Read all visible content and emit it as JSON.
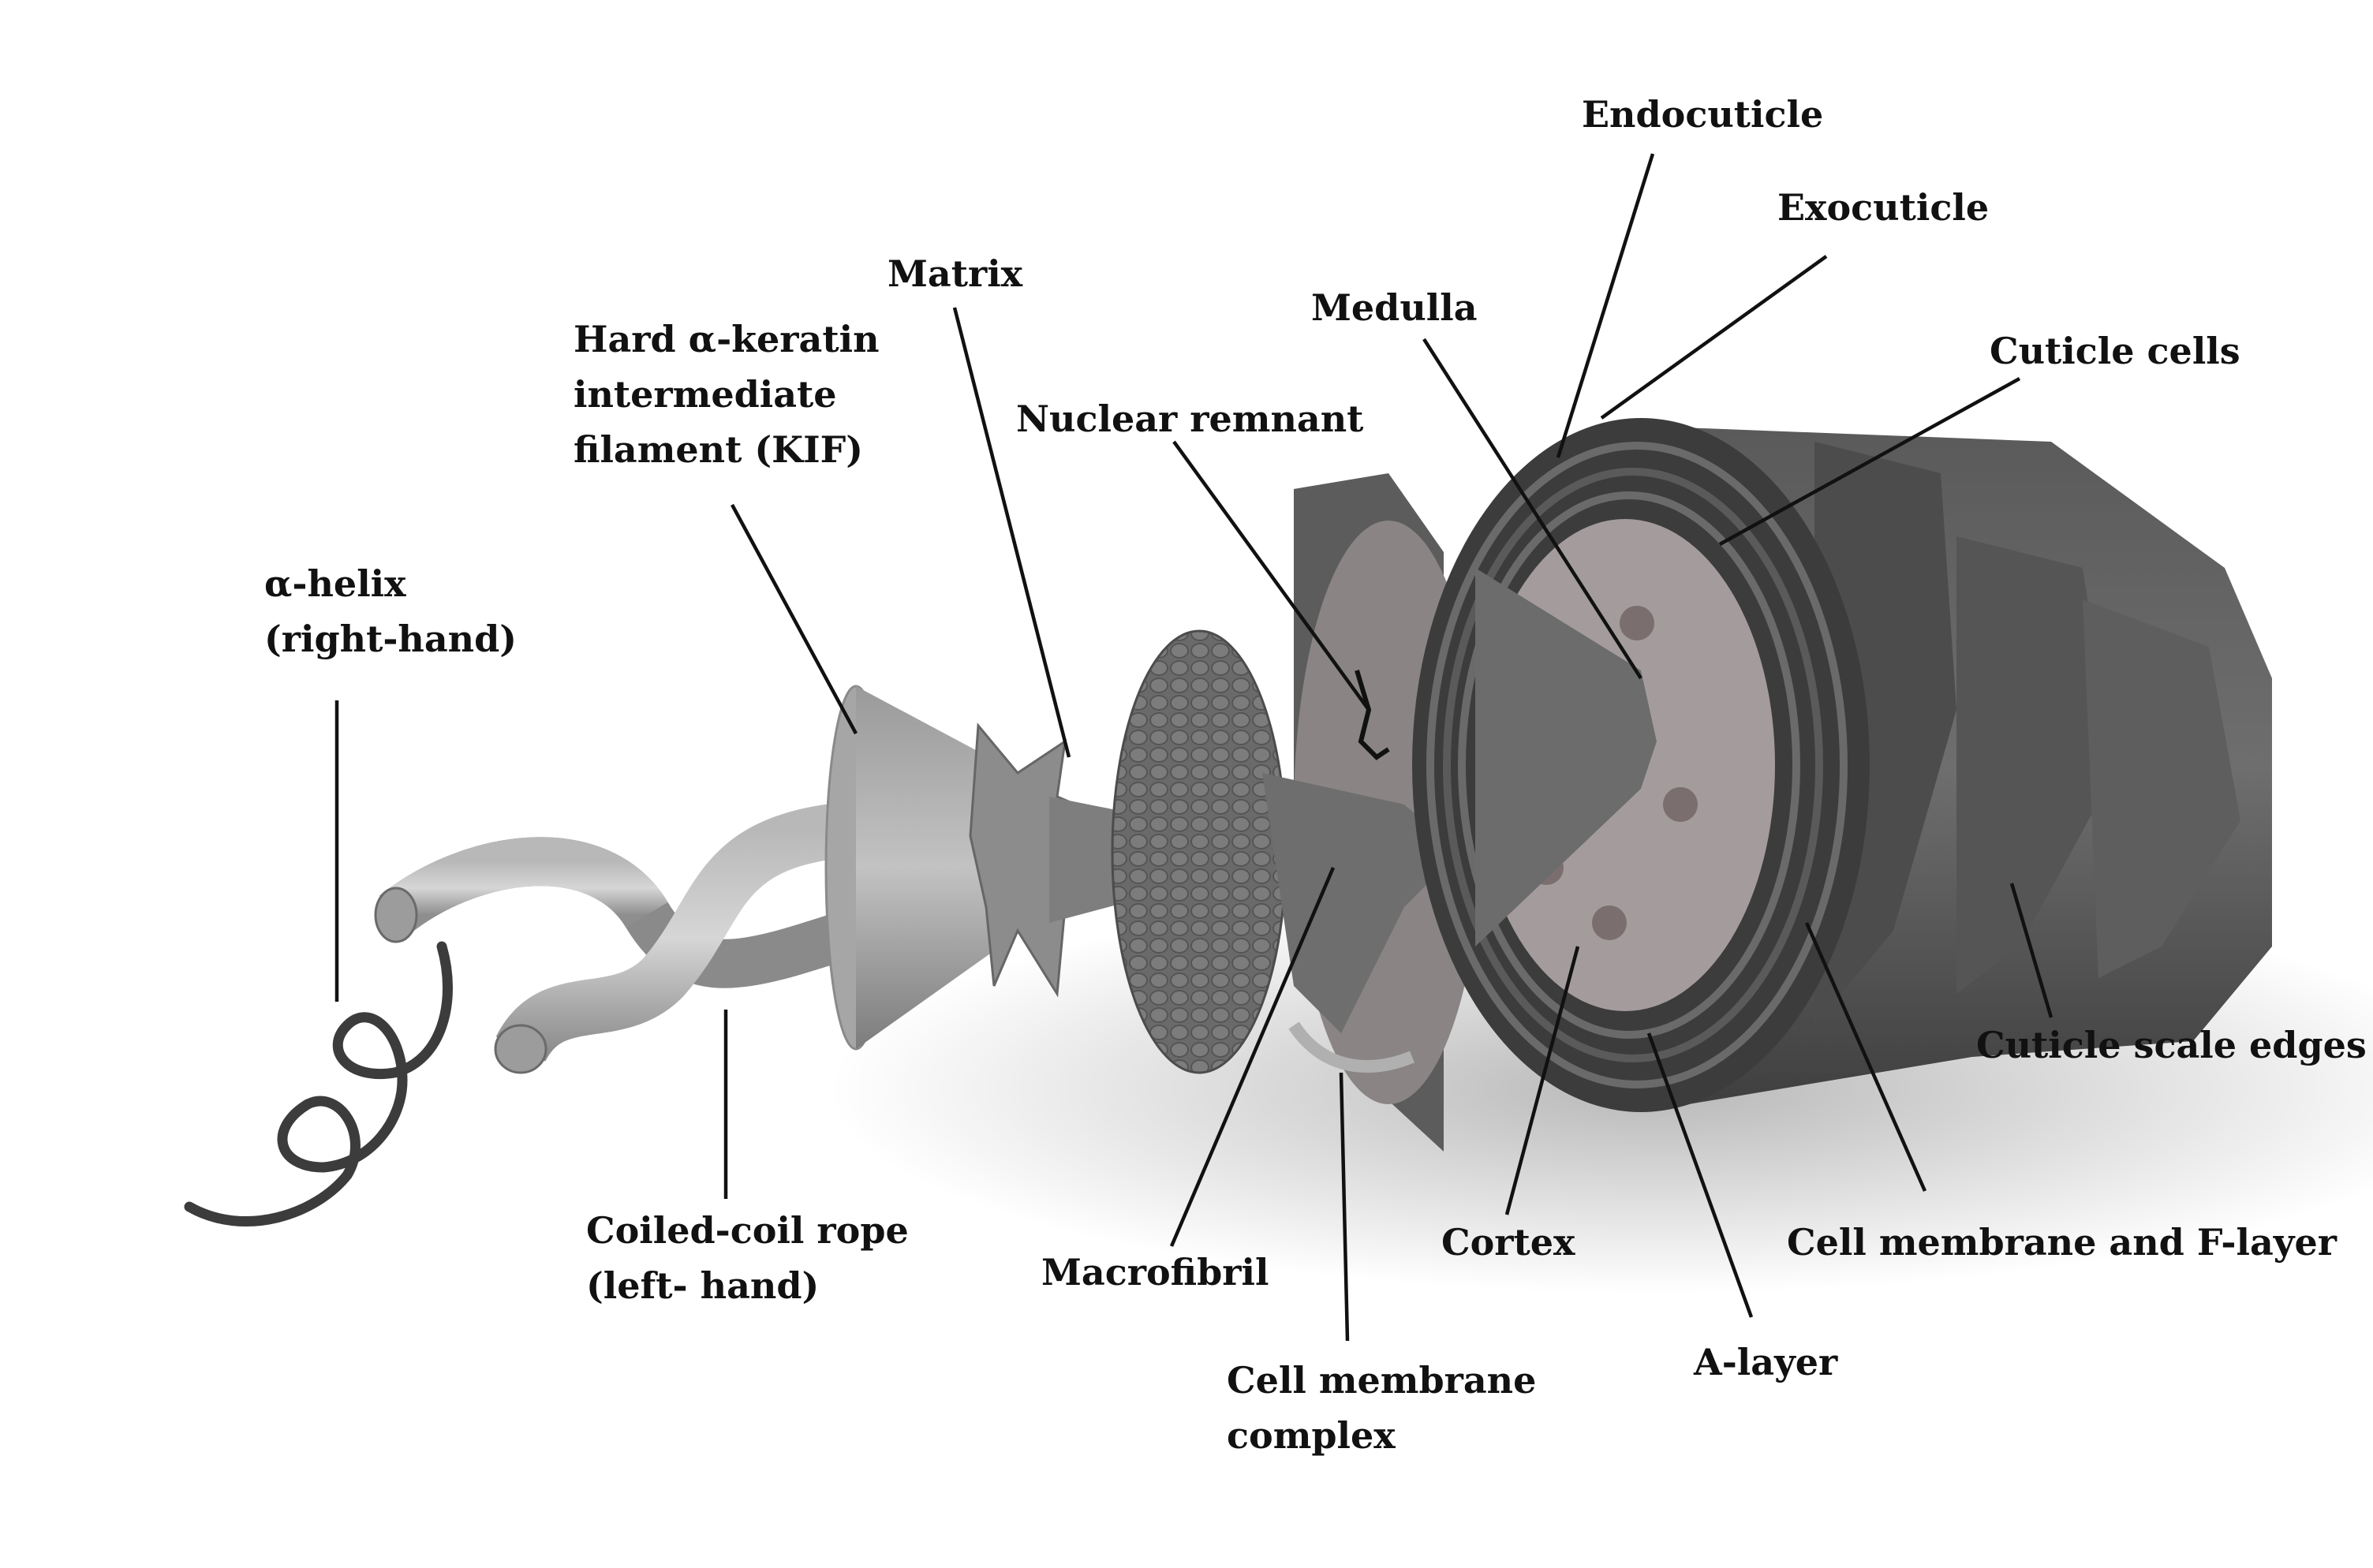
{
  "diagram": {
    "labels": {
      "alpha_helix": [
        "α-helix",
        "(right-hand)"
      ],
      "kif": [
        "Hard α-keratin",
        "intermediate",
        "filament (KIF)"
      ],
      "matrix": "Matrix",
      "nuclear_remnant": "Nuclear remnant",
      "medulla": "Medulla",
      "endocuticle": "Endocuticle",
      "exocuticle": "Exocuticle",
      "cuticle_cells": "Cuticle cells",
      "cuticle_scale_edges": "Cuticle scale edges",
      "cell_membrane_f_layer": "Cell membrane and F-layer",
      "a_layer": "A-layer",
      "cortex": "Cortex",
      "cell_membrane_complex": [
        "Cell membrane",
        "complex"
      ],
      "macrofibril": "Macrofibril",
      "coiled_coil": [
        "Coiled-coil rope",
        "(left- hand)"
      ]
    },
    "colors": {
      "background": "#ffffff",
      "leader_line": "#111111",
      "structure_dark": "#4a4a4a",
      "structure_mid": "#7a7a7a",
      "structure_light": "#a8a8a8"
    }
  }
}
